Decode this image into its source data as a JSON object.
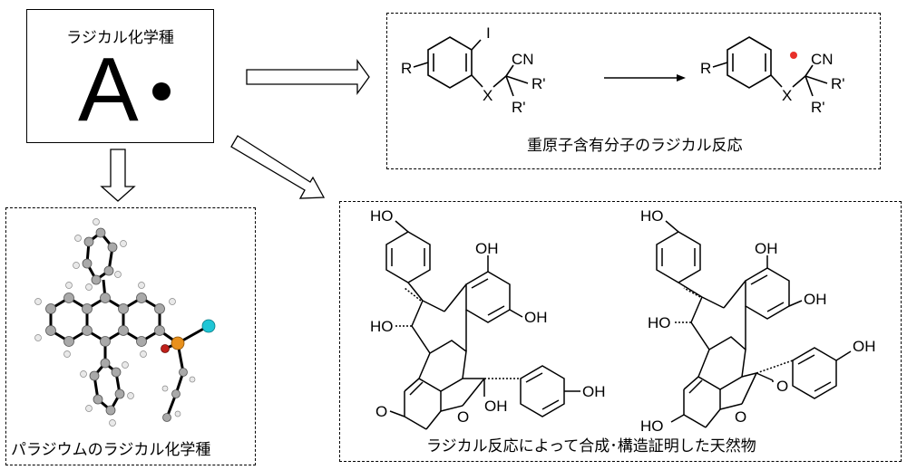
{
  "radical_box": {
    "title": "ラジカル化学種",
    "symbol": "A"
  },
  "reaction_box": {
    "caption": "重原子含有分子のラジカル反応",
    "reactant": {
      "r": "R",
      "i": "I",
      "x": "X",
      "cn": "CN",
      "r1": "R'",
      "r2": "R'"
    },
    "product": {
      "r": "R",
      "x": "X",
      "cn": "CN",
      "r1": "R'",
      "r2": "R'"
    },
    "colors": {
      "radical_dot": "#e8302a"
    }
  },
  "palladium_box": {
    "caption": "パラジウムのラジカル化学種",
    "colors": {
      "carbon": "#a9a9a9",
      "hydrogen": "#e9e9e9",
      "palladium": "#e8901c",
      "chlorine": "#1fc6d6",
      "oxygen": "#c0201a"
    }
  },
  "natural_box": {
    "caption": "ラジカル反応によって合成･構造証明した天然物",
    "mol1": {
      "ho_top": "HO",
      "oh_upper": "OH",
      "oh_right": "OH",
      "ho_left": "HO",
      "o_ketone": "O",
      "o_ring": "O",
      "oh_bottom": "OH",
      "oh_phenyl": "OH"
    },
    "mol2": {
      "ho_top": "HO",
      "oh_upper": "OH",
      "oh_right": "OH",
      "ho_left": "HO",
      "ho_bottom": "HO",
      "o_ring": "O",
      "o_carbonyl": "O",
      "oh_phenyl": "OH"
    }
  }
}
